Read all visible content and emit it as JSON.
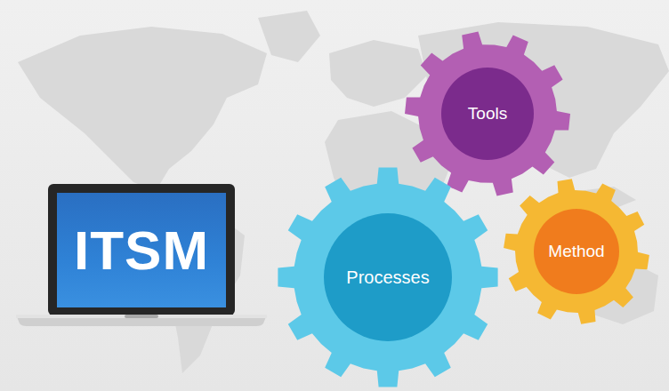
{
  "diagram": {
    "nodes": [
      {
        "text": [
          "ITSM"
        ]
      },
      {
        "text": [
          "Tools"
        ]
      },
      {
        "text": [
          "Processes"
        ]
      },
      {
        "text": [
          "Method"
        ]
      }
    ]
  }
}
